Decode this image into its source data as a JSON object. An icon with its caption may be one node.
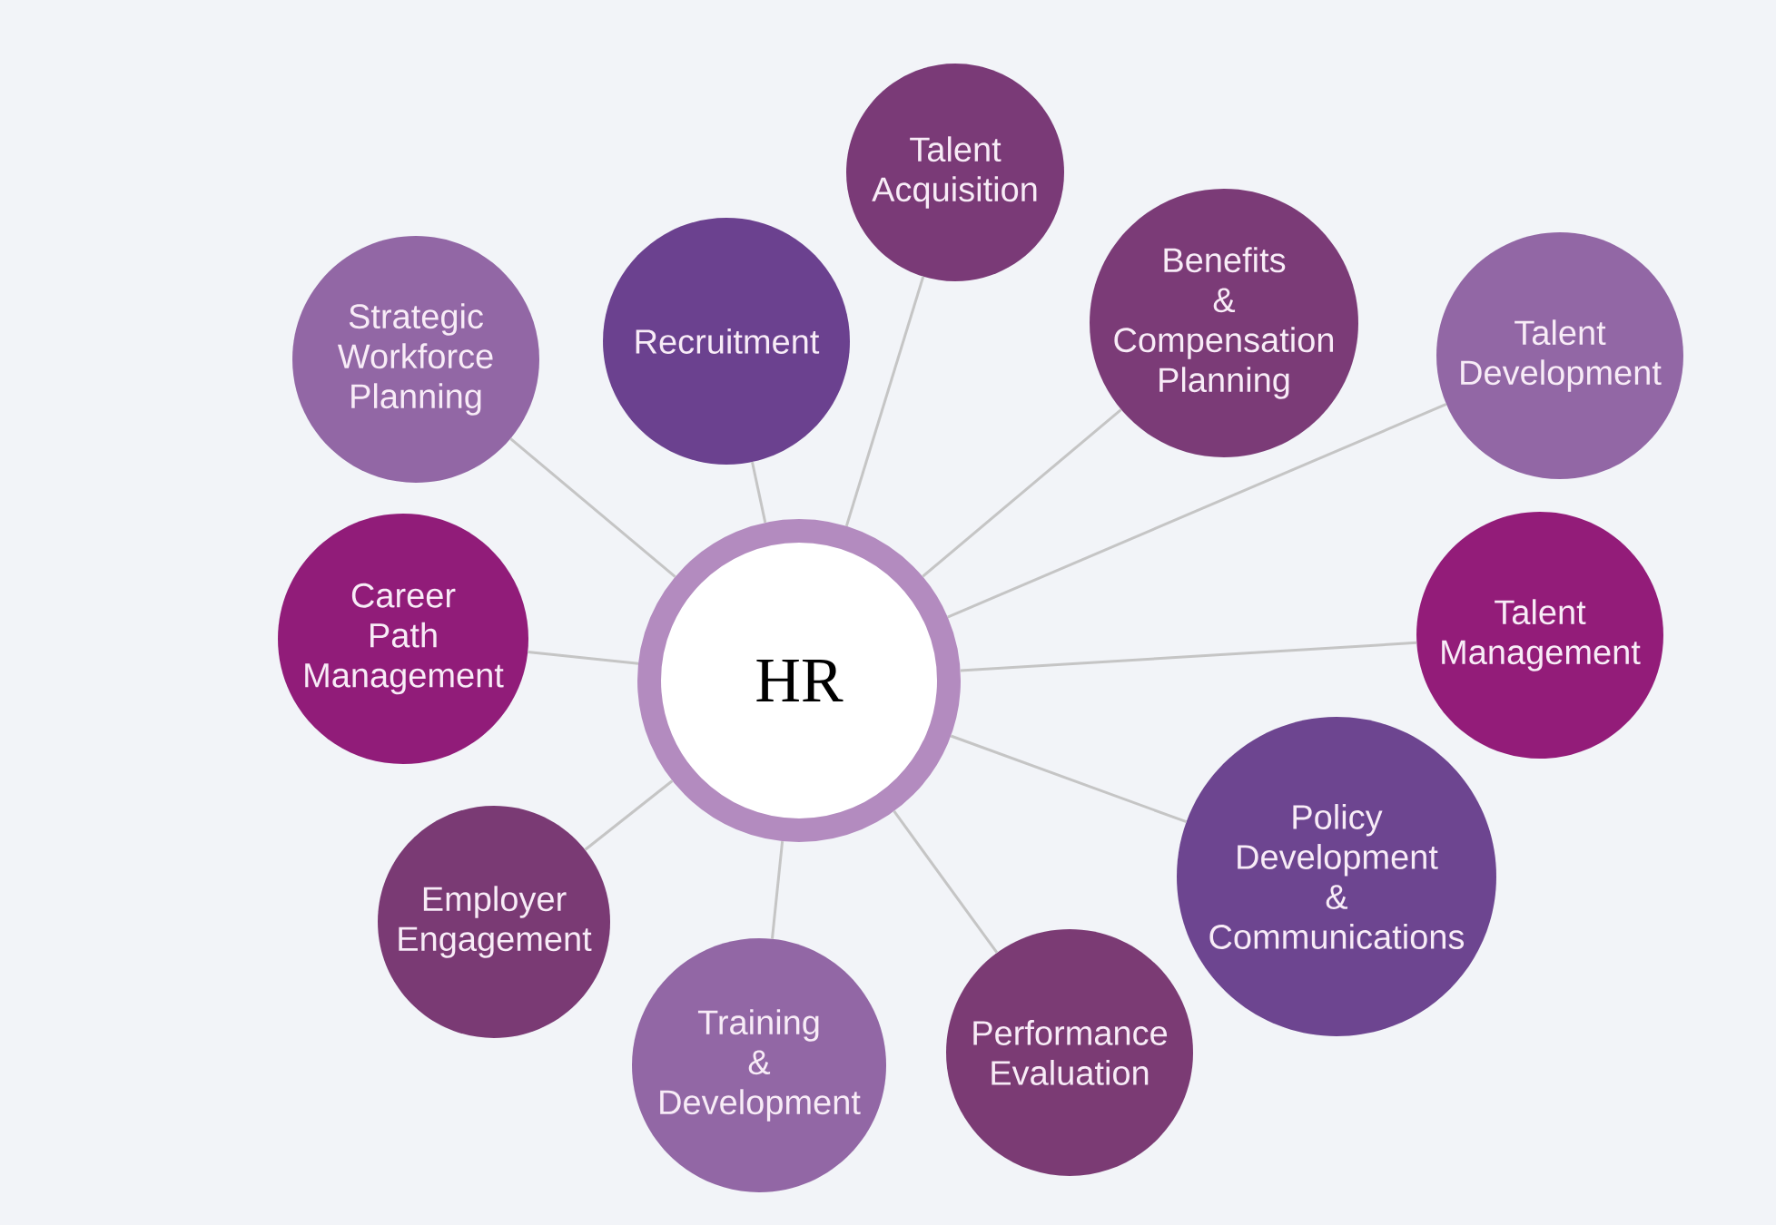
{
  "diagram": {
    "nodes": [
      {
        "text": [
          "HR"
        ]
      },
      {
        "text": [
          "Talent Acquisition"
        ]
      },
      {
        "text": [
          "Benefits & Compensation Planning"
        ]
      },
      {
        "text": [
          "Talent Development"
        ]
      },
      {
        "text": [
          "Talent Management"
        ]
      },
      {
        "text": [
          "Policy Development & Communications"
        ]
      },
      {
        "text": [
          "Performance Evaluation"
        ]
      },
      {
        "text": [
          "Training & Development"
        ]
      },
      {
        "text": [
          "Employer Engagement"
        ]
      },
      {
        "text": [
          "Career Path Management"
        ]
      },
      {
        "text": [
          "Strategic Workforce Planning"
        ]
      },
      {
        "text": [
          "Recruitment"
        ]
      }
    ],
    "edges": [
      {
        "from": 0,
        "to": 1,
        "arrow": "none"
      },
      {
        "from": 0,
        "to": 2,
        "arrow": "none"
      },
      {
        "from": 0,
        "to": 3,
        "arrow": "none"
      },
      {
        "from": 0,
        "to": 4,
        "arrow": "none"
      },
      {
        "from": 0,
        "to": 5,
        "arrow": "none"
      },
      {
        "from": 0,
        "to": 6,
        "arrow": "none"
      },
      {
        "from": 0,
        "to": 7,
        "arrow": "none"
      },
      {
        "from": 0,
        "to": 8,
        "arrow": "none"
      },
      {
        "from": 0,
        "to": 9,
        "arrow": "none"
      },
      {
        "from": 0,
        "to": 10,
        "arrow": "none"
      },
      {
        "from": 0,
        "to": 11,
        "arrow": "none"
      }
    ]
  }
}
